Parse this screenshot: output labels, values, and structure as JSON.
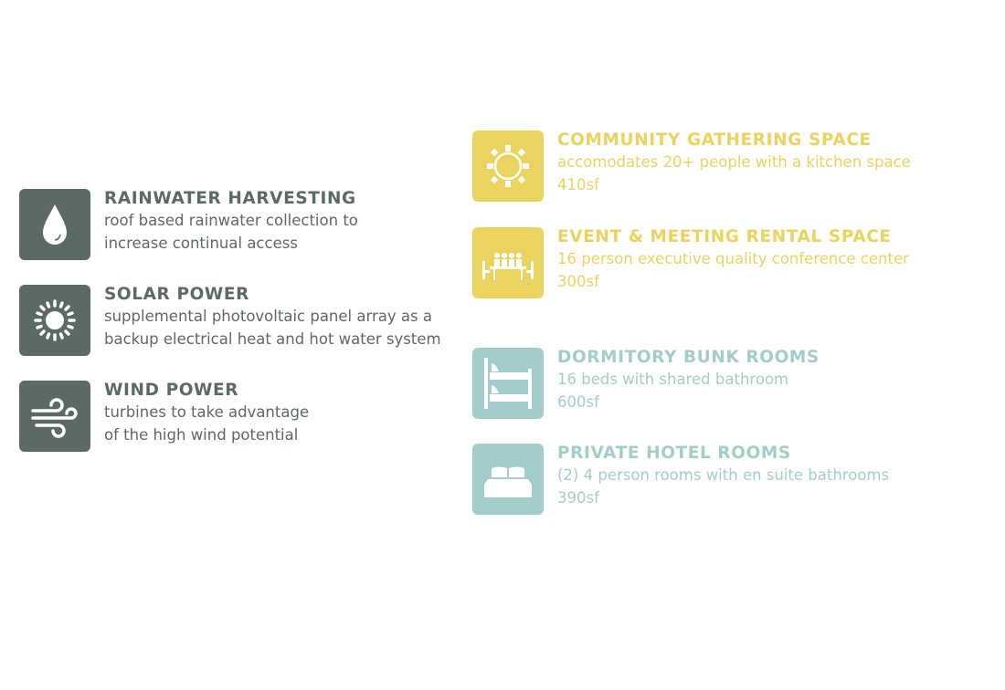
{
  "colors": {
    "infrastructure": "#5b6b63",
    "gathering": "#ebd35f",
    "lodging": "#a3cdcb"
  },
  "left_items": [
    {
      "icon": "water-drop-icon",
      "title": "RAINWATER HARVESTING",
      "lines": [
        "roof based rainwater collection to",
        "increase continual access"
      ]
    },
    {
      "icon": "sun-icon",
      "title": "SOLAR POWER",
      "lines": [
        "supplemental photovoltaic panel array as a",
        "backup electrical heat and hot water system"
      ]
    },
    {
      "icon": "wind-icon",
      "title": "WIND POWER",
      "lines": [
        "turbines to take advantage",
        "of the high wind potential"
      ]
    }
  ],
  "right_items": [
    {
      "icon": "round-table-icon",
      "title": "COMMUNITY GATHERING SPACE",
      "lines": [
        "accomodates 20+ people with a kitchen space",
        "410sf"
      ]
    },
    {
      "icon": "conference-table-icon",
      "title": "EVENT & MEETING RENTAL SPACE",
      "lines": [
        "16 person executive quality conference center",
        "300sf"
      ]
    },
    {
      "icon": "bunk-bed-icon",
      "title": "DORMITORY BUNK ROOMS",
      "lines": [
        "16 beds with shared bathroom",
        "600sf"
      ]
    },
    {
      "icon": "double-bed-icon",
      "title": "PRIVATE HOTEL ROOMS",
      "lines": [
        "(2) 4 person rooms with en suite bathrooms",
        "390sf"
      ]
    }
  ]
}
